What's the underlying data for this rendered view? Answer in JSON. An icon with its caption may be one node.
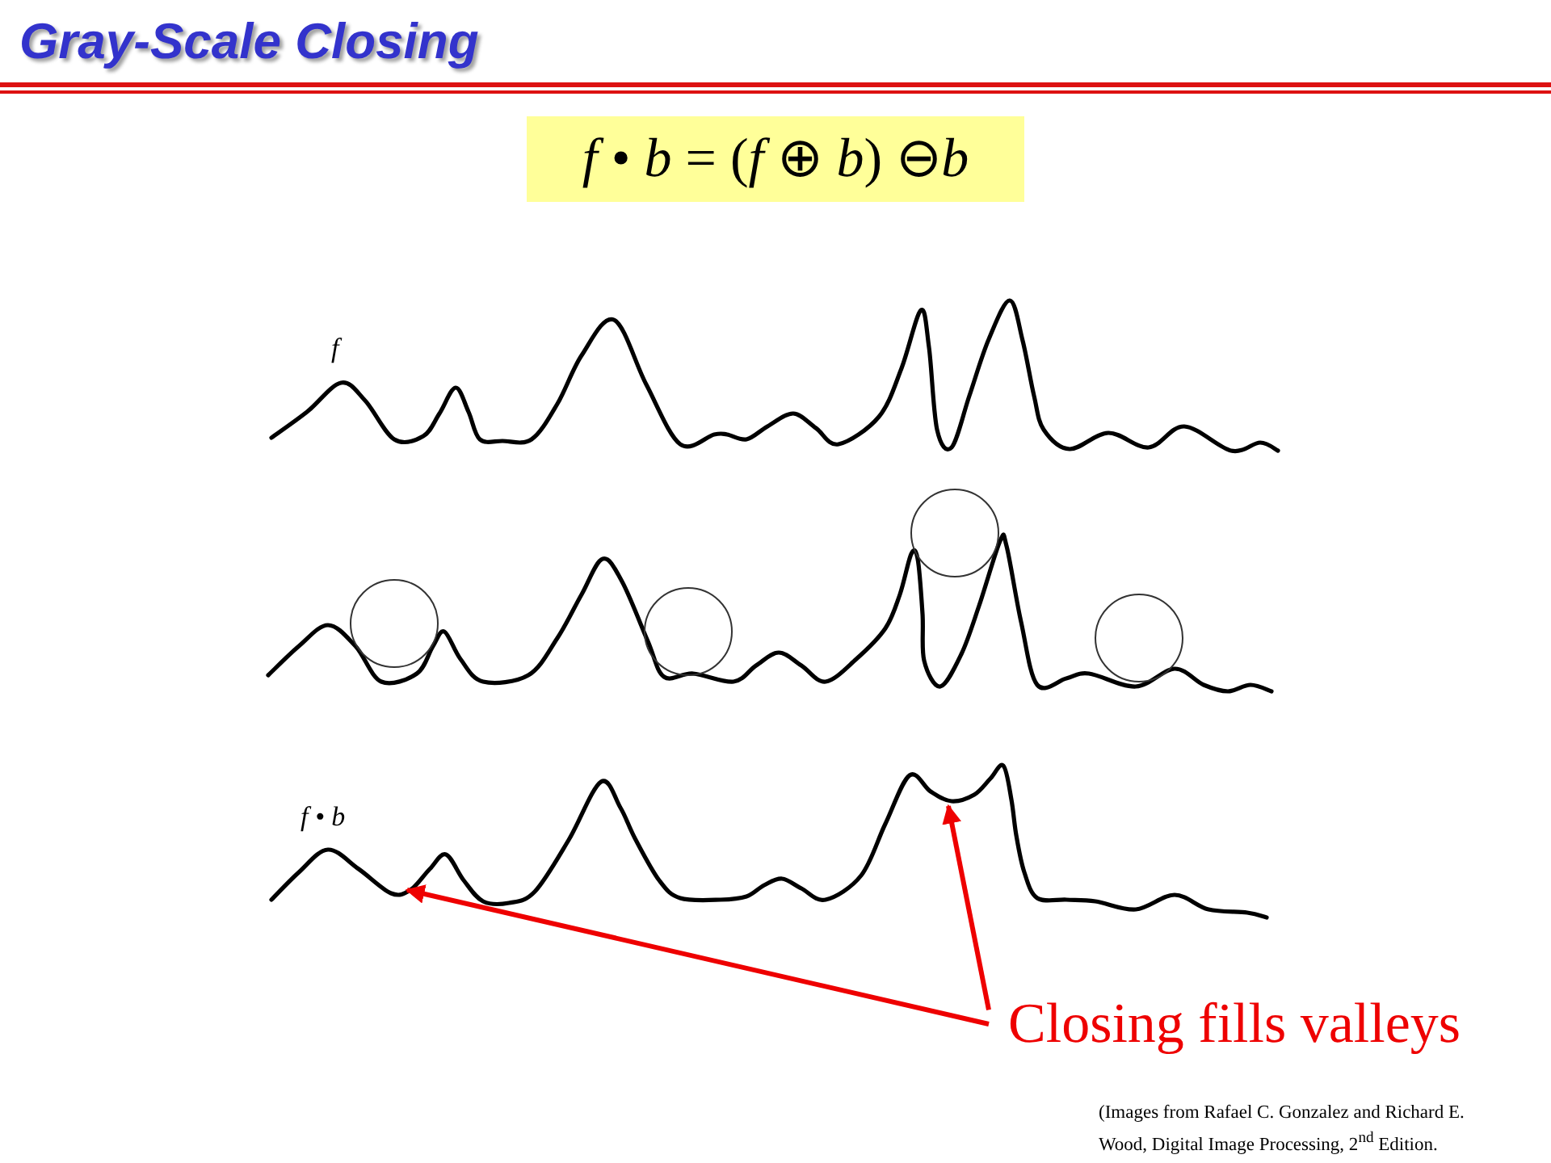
{
  "diagram": {
    "title": "Gray-Scale Closing",
    "caption": "(Images from Rafael C. Gonzalez and Richard E. Wood, Digital  Image Processing,  2$^{nd}$ Edition.",
    "nodes": [
      {
        "text": [
          "Closing fills valleys"
        ]
      },
      {
        "text": [],
        "shape": "curve"
      }
    ],
    "edges": [
      {
        "from": 0,
        "to": 1,
        "arrow": "to"
      },
      {
        "from": 0,
        "to": 1,
        "arrow": "to"
      }
    ],
    "labels": [
      "*f* • *b* = (*f* ⊕ *b*) ⊖*b*",
      "f",
      "f • b"
    ]
  }
}
